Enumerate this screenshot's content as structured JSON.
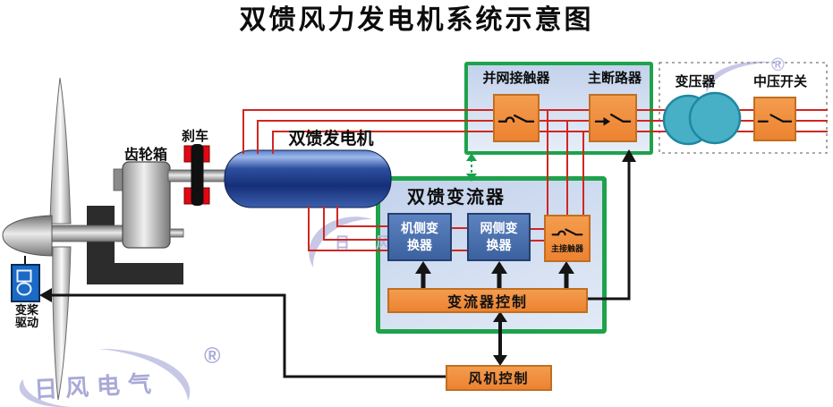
{
  "title": "双馈风力发电机系统示意图",
  "drivetrain": {
    "gearbox": "齿轮箱",
    "brake": "刹车",
    "generator": "双馈发电机",
    "pitch_drive_line1": "变桨",
    "pitch_drive_line2": "驱动"
  },
  "grid_section": {
    "grid_contactor": "并网接触器",
    "main_breaker": "主断路器"
  },
  "hv_section": {
    "transformer": "变压器",
    "mv_switch": "中压开关"
  },
  "converter": {
    "title": "双馈变流器",
    "machine_side_line1": "机侧变",
    "machine_side_line2": "换器",
    "grid_side_line1": "网侧变",
    "grid_side_line2": "换器",
    "main_contactor": "主接触器",
    "control": "变流器控制"
  },
  "turbine_control": "风机控制",
  "watermark": {
    "brand": "日风电气",
    "brand_partial": "日 风",
    "registered": "®"
  },
  "colors": {
    "panel_border_green": "#1ea24b",
    "panel_fill_blue": "#c9d6ee",
    "component_orange": "#ef8e3d",
    "converter_blue": "#45689f",
    "wire_red": "#cf2722",
    "wire_black": "#141414",
    "transformer_teal": "#47b0c6",
    "generator_blue": "#1d3a8c",
    "watermark_purple": "#a9a9d8"
  }
}
